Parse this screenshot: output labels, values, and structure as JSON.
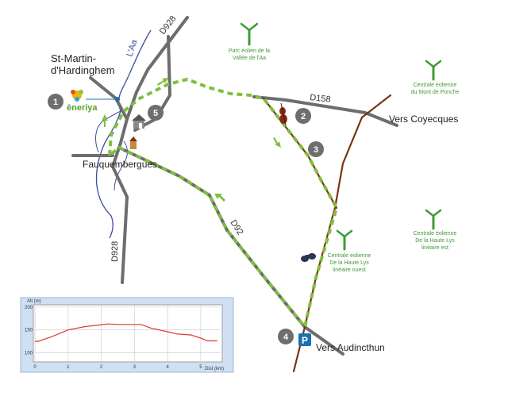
{
  "places": {
    "st_martin_line1": "St-Martin-",
    "st_martin_line2": "d'Hardinghem",
    "fauquembergues": "Fauquembergues",
    "vers_coyecques": "Vers Coyecques",
    "vers_audincthun": "Vers Audincthun"
  },
  "roads": {
    "d928_north": "D928",
    "d928_south": "D928",
    "d158": "D158",
    "d92": "D92",
    "river": "L'Aa"
  },
  "logo": {
    "text": "ēneriya"
  },
  "wind_farms": {
    "aa": {
      "line1": "Parc éolien de la",
      "line2": "Vallée de l'Aa"
    },
    "ponche": {
      "line1": "Centrale éolienne",
      "line2": "du Mont de Ponche"
    },
    "haute_lys_ouest": {
      "line1": "Centrale éolienne",
      "line2": "De la Haute Lys",
      "line3": "linéaire ouest"
    },
    "haute_lys_est": {
      "line1": "Centrale éolienne",
      "line2": "De la Haute Lys",
      "line3": "linéaire est"
    }
  },
  "waypoints": [
    "1",
    "2",
    "3",
    "4",
    "5"
  ],
  "parking": {
    "label": "P"
  },
  "colors": {
    "road": "#6d6d6d",
    "route_dash": "#7fbf3f",
    "river": "#3b4ea0",
    "track": "#7a3414",
    "marker": "#6e6e6e",
    "wind_green": "#3e9c35",
    "parking_blue": "#1d6fb0"
  },
  "chart_data": {
    "type": "line",
    "title": "",
    "ylabel": "Alt (m)",
    "xlabel": "Dist (km)",
    "xlim": [
      0,
      5.6
    ],
    "ylim": [
      80,
      205
    ],
    "xticks": [
      "0",
      "1",
      "2",
      "3",
      "4",
      "5"
    ],
    "yticks": [
      "100",
      "150",
      "200"
    ],
    "x": [
      0,
      0.1,
      0.5,
      1.0,
      1.5,
      2.2,
      2.5,
      3.2,
      3.5,
      4.0,
      4.3,
      4.7,
      5.0,
      5.2,
      5.5
    ],
    "y": [
      125,
      125,
      135,
      150,
      157,
      163,
      162,
      162,
      154,
      146,
      141,
      139,
      132,
      126,
      126
    ]
  }
}
